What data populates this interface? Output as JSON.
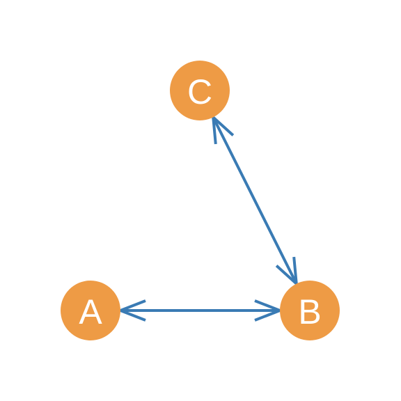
{
  "diagram": {
    "colors": {
      "node_fill": "#ee9b45",
      "edge": "#3a7bb4",
      "label": "#ffffff"
    },
    "nodes": [
      {
        "id": "A",
        "label": "A"
      },
      {
        "id": "B",
        "label": "B"
      },
      {
        "id": "C",
        "label": "C"
      }
    ],
    "edges": [
      {
        "from": "A",
        "to": "B",
        "direction": "both"
      },
      {
        "from": "B",
        "to": "C",
        "direction": "both"
      }
    ]
  }
}
